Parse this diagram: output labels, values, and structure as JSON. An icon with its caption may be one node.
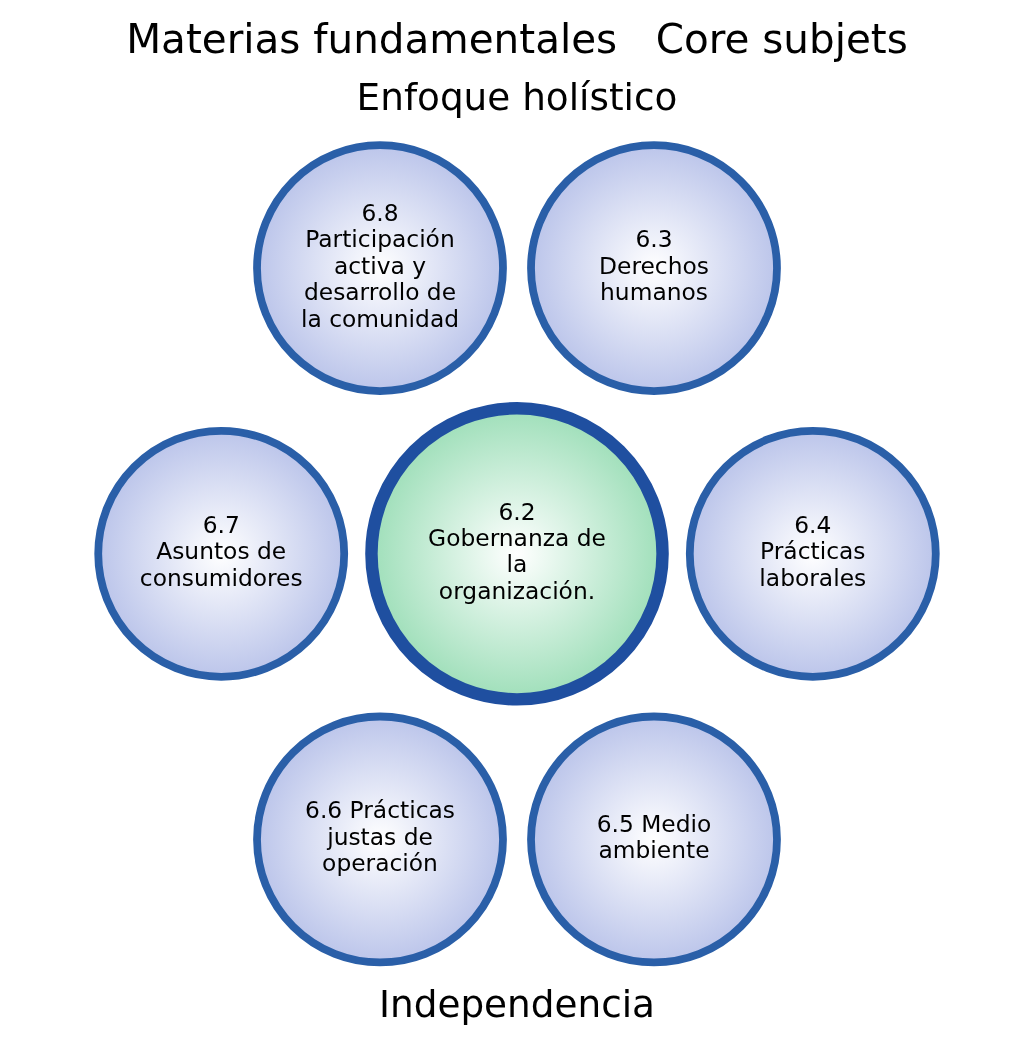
{
  "diagram": {
    "title": "Materias fundamentales   Core subjets",
    "nodes": [
      {
        "text": [
          "6.8",
          "Participación activa y desarrollo de la comunidad"
        ]
      },
      {
        "text": [
          "6.3",
          "Derechos humanos"
        ]
      },
      {
        "text": [
          "6.7",
          "Asuntos de consumidores"
        ]
      },
      {
        "text": [
          "6.2",
          "Gobernanza de la organización."
        ]
      },
      {
        "text": [
          "6.4",
          "Prácticas laborales"
        ]
      },
      {
        "text": [
          "6.6 Prácticas justas de operación"
        ]
      },
      {
        "text": [
          "6.5 Medio ambiente"
        ]
      }
    ],
    "labels": [
      "Enfoque holístico",
      "Independencia"
    ]
  }
}
